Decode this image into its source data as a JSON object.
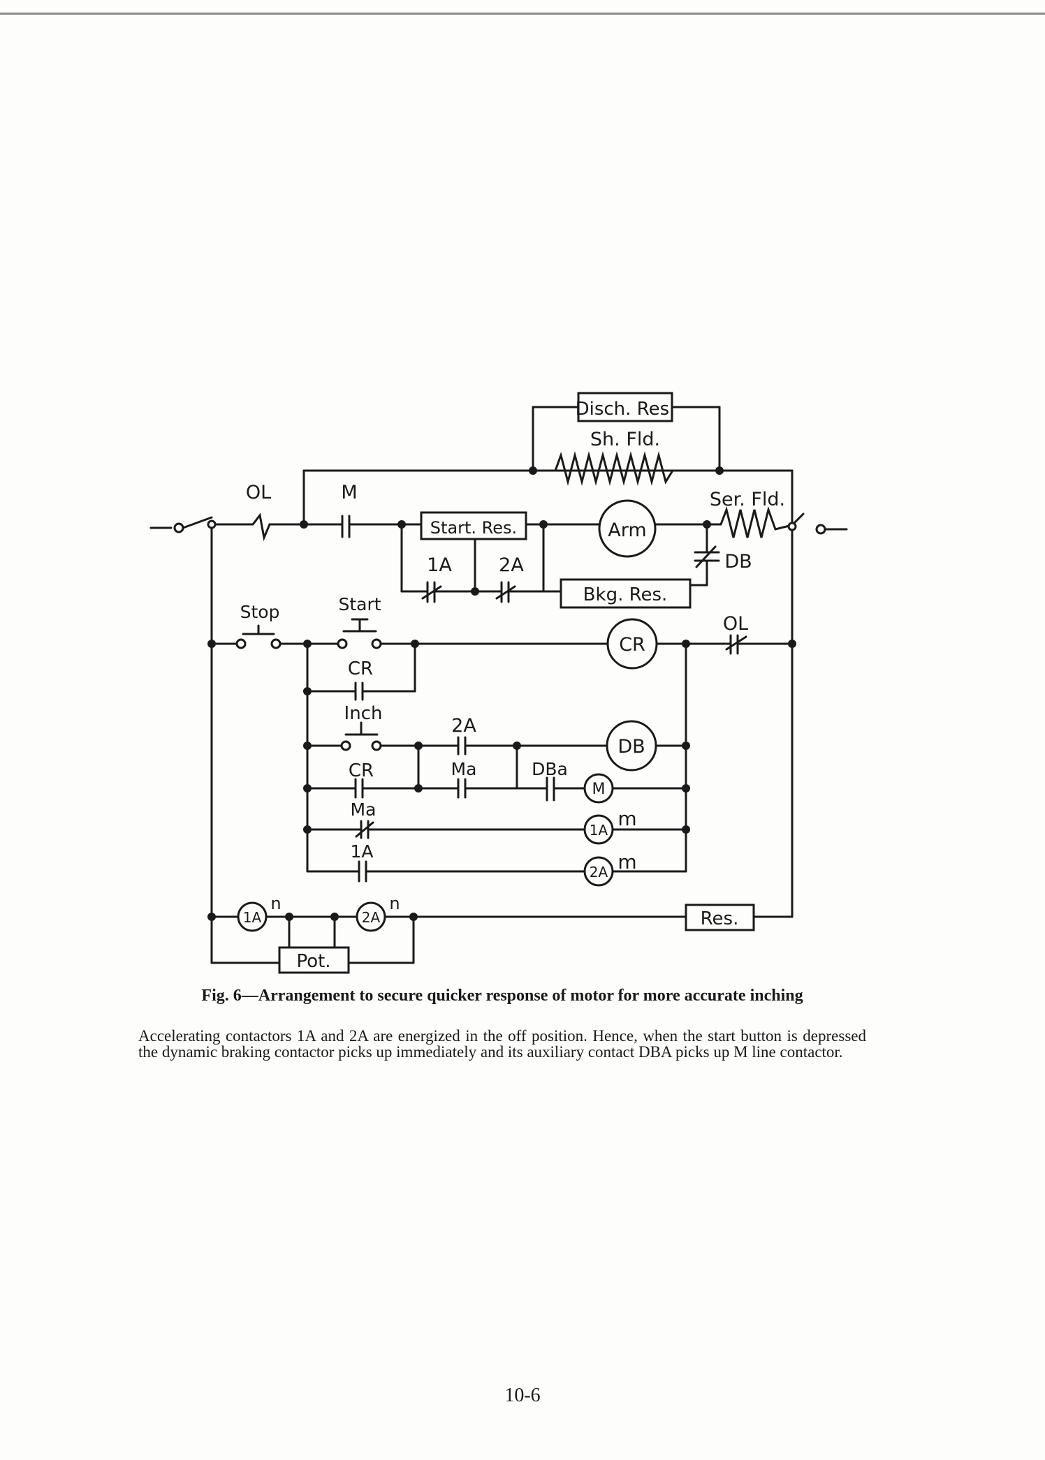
{
  "labels": {
    "disch_res": "Disch. Res.",
    "sh_fld": "Sh. Fld.",
    "ol_top": "OL",
    "m_top": "M",
    "ser_fld": "Ser. Fld.",
    "start_res": "Start. Res.",
    "arm": "Arm",
    "c_1a": "1A",
    "c_2a": "2A",
    "bkg_res": "Bkg. Res.",
    "db_contact": "DB",
    "stop": "Stop",
    "start": "Start",
    "cr_coil": "CR",
    "ol_right": "OL",
    "cr_contact1": "CR",
    "inch": "Inch",
    "c_2a_lower": "2A",
    "db_coil": "DB",
    "cr_contact2": "CR",
    "ma_contact": "Ma",
    "dba_contact": "DBa",
    "m_coil": "M",
    "ma_nc": "Ma",
    "c_1a_nc": "1A",
    "coil_1a": "1A",
    "coil_1a_sup": "m",
    "coil_2a": "2A",
    "coil_2a_sup": "m",
    "pot_1a": "1A",
    "pot_1a_sup": "n",
    "pot_2a": "2A",
    "pot_2a_sup": "n",
    "res": "Res.",
    "pot": "Pot."
  },
  "caption": {
    "title": "Fig. 6—Arrangement to secure quicker response of motor for more accurate inching",
    "body": "Accelerating contactors 1A and 2A are energized in the off position. Hence, when the start button is depressed the dynamic braking contactor picks up immediately and its auxiliary contact DBA picks up M line contactor."
  },
  "page_number": "10-6"
}
